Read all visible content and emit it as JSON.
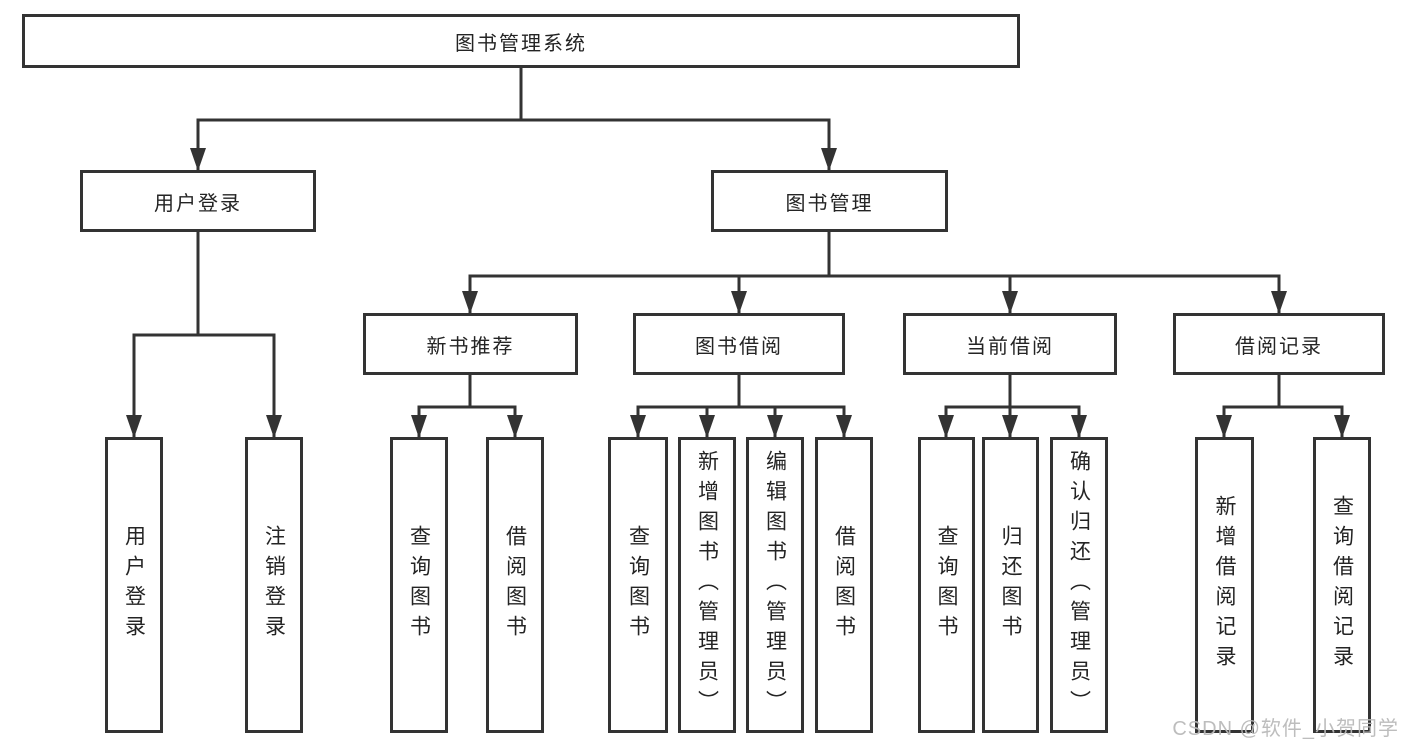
{
  "diagram": {
    "title_node": {
      "label": "图书管理系统"
    },
    "level1": [
      {
        "label": "用户登录"
      },
      {
        "label": "图书管理"
      }
    ],
    "level2": [
      {
        "label": "新书推荐"
      },
      {
        "label": "图书借阅"
      },
      {
        "label": "当前借阅"
      },
      {
        "label": "借阅记录"
      }
    ],
    "leaves": [
      {
        "label": "用户登录"
      },
      {
        "label": "注销登录"
      },
      {
        "label": "查询图书"
      },
      {
        "label": "借阅图书"
      },
      {
        "label": "查询图书"
      },
      {
        "label": "新增图书（管理员）"
      },
      {
        "label": "编辑图书（管理员）"
      },
      {
        "label": "借阅图书"
      },
      {
        "label": "查询图书"
      },
      {
        "label": "归还图书"
      },
      {
        "label": "确认归还（管理员）"
      },
      {
        "label": "新增借阅记录"
      },
      {
        "label": "查询借阅记录"
      }
    ],
    "colors": {
      "line": "#333333",
      "text": "#242424",
      "background": "#ffffff",
      "watermark": "#b9b9b9"
    }
  },
  "watermark": {
    "text": "CSDN @软件_小贺同学"
  }
}
